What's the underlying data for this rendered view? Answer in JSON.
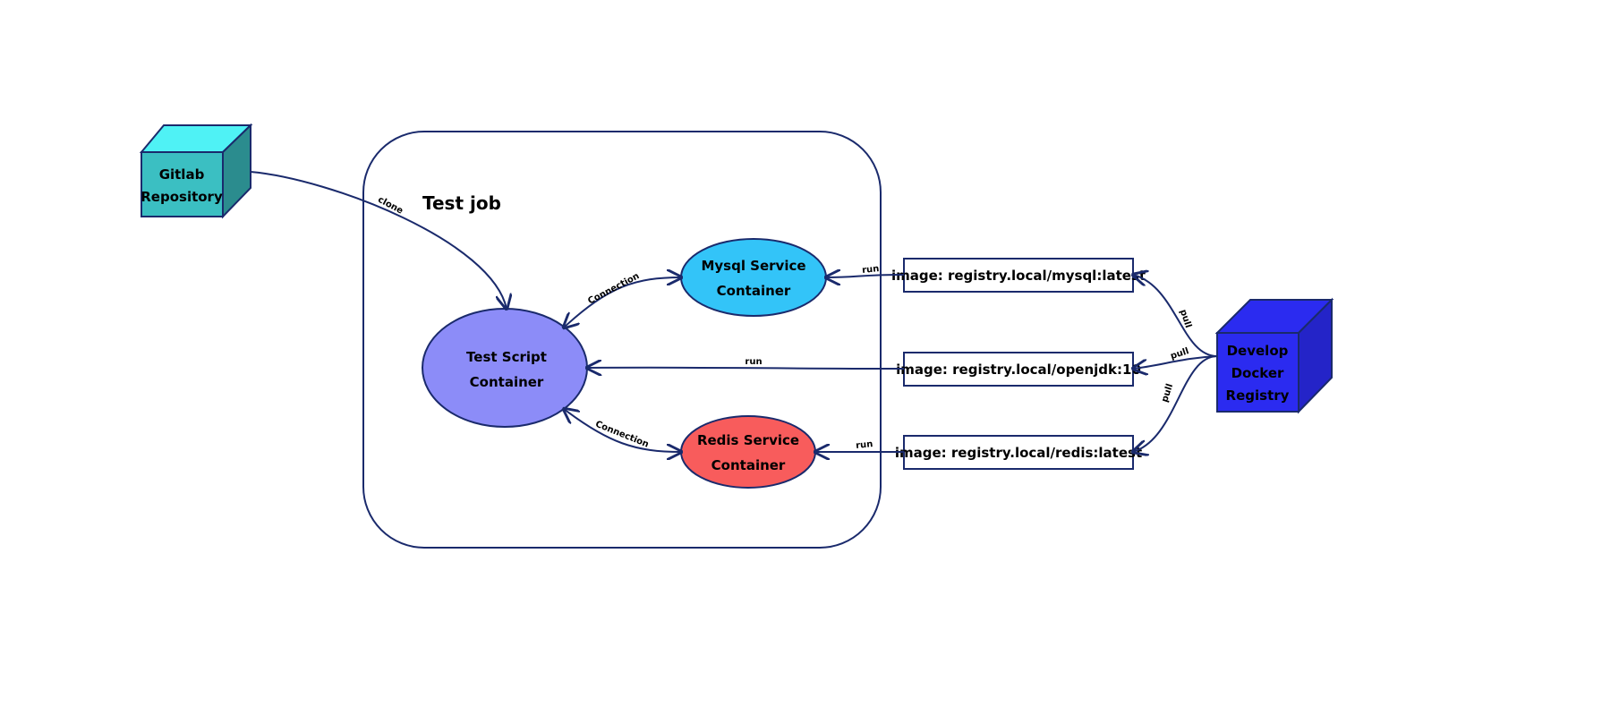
{
  "diagram": {
    "job_title": "Test job",
    "colors": {
      "stroke": "#1a2a6c",
      "gitlab_front": "#3bbfc2",
      "gitlab_top": "#4ff2f5",
      "gitlab_side": "#2b8c8e",
      "registry_front": "#2b2bf0",
      "registry_top": "#2b2bf0",
      "registry_side": "#2424c8",
      "mysql_fill": "#33c4f8",
      "test_fill": "#8c8cf8",
      "redis_fill": "#f85c5c"
    },
    "nodes": {
      "gitlab": {
        "line1": "Gitlab",
        "line2": "Repository"
      },
      "registry": {
        "line1": "Develop",
        "line2": "Docker",
        "line3": "Registry"
      },
      "test_script": {
        "line1": "Test Script",
        "line2": "Container"
      },
      "mysql": {
        "line1": "Mysql Service",
        "line2": "Container"
      },
      "redis": {
        "line1": "Redis  Service",
        "line2": "Container"
      }
    },
    "images": {
      "mysql": "image: registry.local/mysql:latest",
      "openjdk": "image: registry.local/openjdk:10",
      "redis": "image: registry.local/redis:latest"
    },
    "edge_labels": {
      "clone": "clone",
      "connection_mysql": "Connection",
      "connection_redis": "Connection",
      "run_mysql": "run",
      "run_openjdk": "run",
      "run_redis": "run",
      "pull_mysql": "pull",
      "pull_openjdk": "pull",
      "pull_redis": "pull"
    }
  }
}
